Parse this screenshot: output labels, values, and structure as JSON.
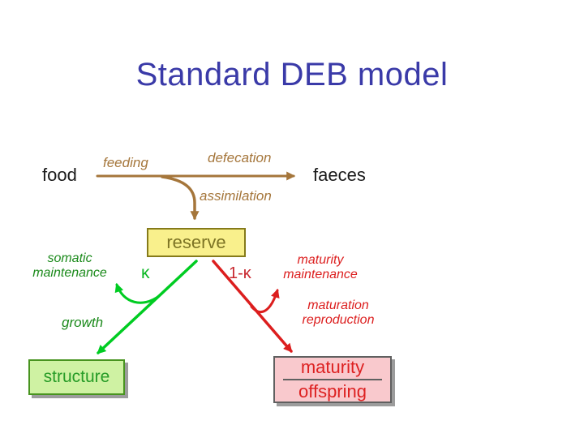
{
  "title": "Standard DEB model",
  "palette": {
    "title_blue": "#3A3AA8",
    "flow_brown": "#A5763B",
    "flow_green": "#00CC22",
    "text_green": "#1B8A1B",
    "flow_red": "#DC1E1E",
    "reserve_fill": "#F9F08C",
    "reserve_border": "#857A1A",
    "reserve_text": "#7D7425",
    "structure_fill": "#CFF2A3",
    "structure_border": "#48941F",
    "structure_text": "#279C27",
    "maturity_fill": "#F9C9CD",
    "maturity_border": "#606060",
    "maturity_text": "#DD2121",
    "shadow_gray": "#9C9C9C"
  },
  "nodes": {
    "food": "food",
    "faeces": "faeces",
    "reserve": "reserve",
    "structure": "structure",
    "maturity_line1": "maturity",
    "maturity_line2": "offspring"
  },
  "labels": {
    "feeding": "feeding",
    "defecation": "defecation",
    "assimilation": "assimilation",
    "kappa": "κ",
    "one_minus_kappa": "1-κ",
    "somatic_maintenance": [
      "somatic",
      "maintenance"
    ],
    "growth": "growth",
    "maturity_maintenance": [
      "maturity",
      "maintenance"
    ],
    "maturation_reproduction": [
      "maturation",
      "reproduction"
    ]
  }
}
